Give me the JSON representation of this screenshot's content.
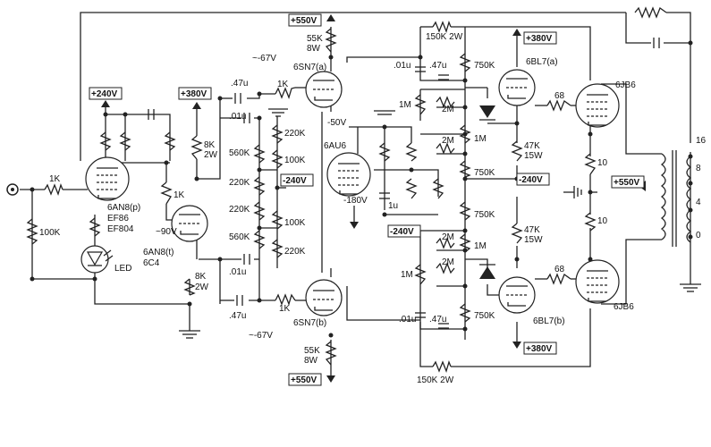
{
  "labels": {
    "rail_550_top": "+550V",
    "rail_550_bottom": "+550V",
    "rail_550_right": "+550V",
    "rail_380_top": "+380V",
    "rail_380_bottom": "+380V",
    "rail_380_left": "+380V",
    "rail_240": "+240V",
    "neg240_a": "-240V",
    "neg240_b": "-240V",
    "neg240_c": "-240V",
    "neg180": "-180V",
    "neg50": "-50V",
    "neg67_top": "~-67V",
    "neg67_bottom": "~-67V",
    "v90": "~90V",
    "r1k_in": "1K",
    "r100k_in": "100K",
    "r1k_a": "1K",
    "r8k_top": "8K",
    "r2w_top": "2W",
    "r8k_bot": "8K",
    "r2w_bot": "2W",
    "led": "LED",
    "pent_type1": "6AN8(p)",
    "pent_type2": "EF86",
    "pent_type3": "EF804",
    "triode_type1": "6AN8(t)",
    "triode_type2": "6C4",
    "c47_top": ".47u",
    "c01_top": ".01u",
    "c01_bot": ".01u",
    "c47_bot": ".47u",
    "r560k_a": "560K",
    "r220k_a": "220K",
    "r220k_b": "220K",
    "r560k_b": "560K",
    "r220k_c": "220K",
    "r100k_a": "100K",
    "r100k_b": "100K",
    "r220k_d": "220K",
    "r1k_top": "1K",
    "r1k_bot": "1K",
    "sn7a": "6SN7(a)",
    "sn7b": "6SN7(b)",
    "r55k_top": "55K",
    "r8w_top": "8W",
    "r55k_bot": "55K",
    "r8w_bot": "8W",
    "au6": "6AU6",
    "c1u": "1u",
    "r150k_top": "150K 2W",
    "r150k_bot": "150K 2W",
    "c01_r_top": ".01u",
    "c47_r_top": ".47u",
    "c01_r_bot": ".01u",
    "c47_r_bot": ".47u",
    "r1m_a": "1M",
    "r2m_a": "2M",
    "r2m_b": "2M",
    "r1m_b": "1M",
    "r750k_a": "750K",
    "r750k_b": "750K",
    "r750k_c": "750K",
    "r750k_d": "750K",
    "r1m_c": "1M",
    "r2m_c": "2M",
    "r2m_d": "2M",
    "r1m_d": "1M",
    "bl7a": "6BL7(a)",
    "bl7b": "6BL7(b)",
    "r47k_a": "47K",
    "r15w_a": "15W",
    "r47k_b": "47K",
    "r15w_b": "15W",
    "r68_a": "68",
    "r68_b": "68",
    "jb6a": "6JB6",
    "jb6b": "6JB6",
    "r10_a": "10",
    "r10_b": "10",
    "tap16": "16",
    "tap8": "8",
    "tap4": "4",
    "tap0": "0"
  }
}
